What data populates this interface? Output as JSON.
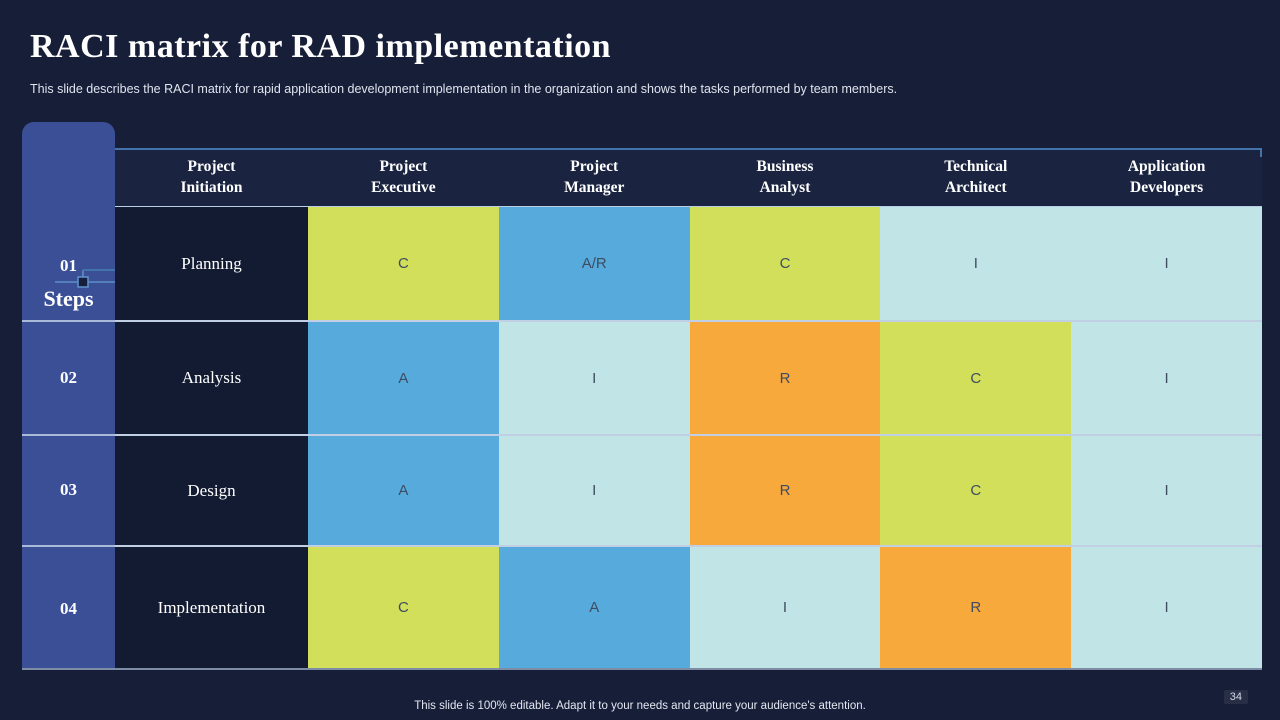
{
  "slide": {
    "title": "RACI matrix for RAD implementation",
    "subtitle": "This slide describes the RACI matrix for rapid application development implementation in the organization and shows the tasks performed by team members.",
    "footer": "This slide is 100% editable. Adapt it to your needs and capture your audience's attention.",
    "page_number": "34"
  },
  "table": {
    "steps_label": "Steps",
    "columns": [
      "Project Initiation",
      "Project Executive",
      "Project Manager",
      "Business Analyst",
      "Technical Architect",
      "Application Developers"
    ],
    "rows": [
      {
        "step": "01",
        "task": "Planning",
        "cells": [
          {
            "value": "C",
            "color": "green"
          },
          {
            "value": "A/R",
            "color": "blue"
          },
          {
            "value": "C",
            "color": "green"
          },
          {
            "value": "I",
            "color": "cyan"
          },
          {
            "value": "I",
            "color": "cyan"
          }
        ]
      },
      {
        "step": "02",
        "task": "Analysis",
        "cells": [
          {
            "value": "A",
            "color": "blue"
          },
          {
            "value": "I",
            "color": "cyan"
          },
          {
            "value": "R",
            "color": "orange"
          },
          {
            "value": "C",
            "color": "green"
          },
          {
            "value": "I",
            "color": "cyan"
          }
        ]
      },
      {
        "step": "03",
        "task": "Design",
        "cells": [
          {
            "value": "A",
            "color": "blue"
          },
          {
            "value": "I",
            "color": "cyan"
          },
          {
            "value": "R",
            "color": "orange"
          },
          {
            "value": "C",
            "color": "green"
          },
          {
            "value": "I",
            "color": "cyan"
          }
        ]
      },
      {
        "step": "04",
        "task": "Implementation",
        "cells": [
          {
            "value": "C",
            "color": "green"
          },
          {
            "value": "A",
            "color": "blue"
          },
          {
            "value": "I",
            "color": "cyan"
          },
          {
            "value": "R",
            "color": "orange"
          },
          {
            "value": "I",
            "color": "cyan"
          }
        ]
      }
    ]
  },
  "colors": {
    "green": "#d2df5b",
    "blue": "#57abdc",
    "cyan": "#c1e4e6",
    "orange": "#f8a93c",
    "step_column": "#3b4f97",
    "background": "#171f38",
    "accent_line": "#4273aa"
  },
  "icons": {
    "steps_icon": "node-connector-icon"
  }
}
